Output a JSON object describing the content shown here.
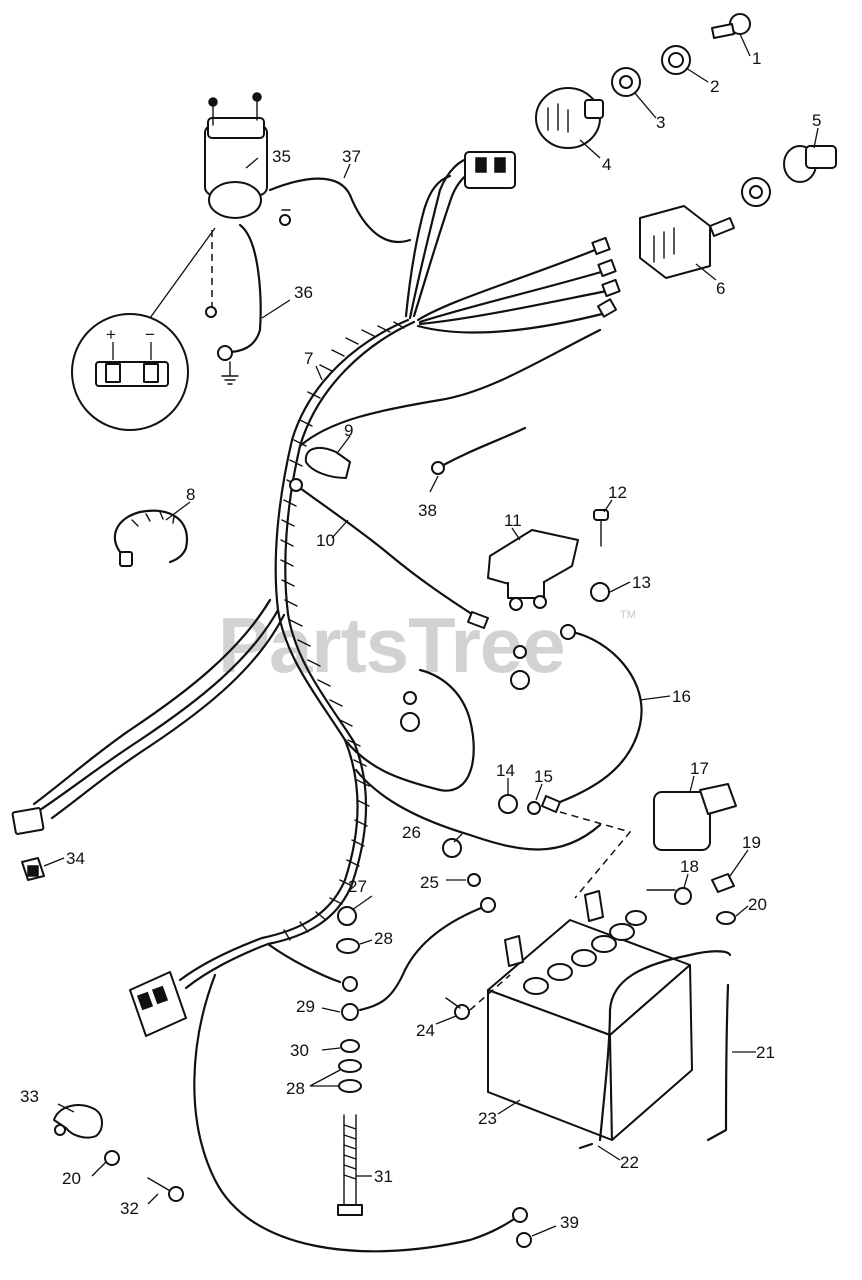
{
  "watermark": {
    "text": "PartsTree",
    "trademark": "TM"
  },
  "detail_inset": {
    "plus": "+",
    "minus": "−"
  },
  "parts": [
    {
      "id": "key",
      "label": "1"
    },
    {
      "id": "nut",
      "label": "2"
    },
    {
      "id": "lockwasher",
      "label": "3"
    },
    {
      "id": "ignition-switch",
      "label": "4"
    },
    {
      "id": "knob",
      "label": "5"
    },
    {
      "id": "toggle-switch",
      "label": "6"
    },
    {
      "id": "wire-harness",
      "label": "7"
    },
    {
      "id": "cable-tie",
      "label": "8"
    },
    {
      "id": "boot",
      "label": "9"
    },
    {
      "id": "cable",
      "label": "10"
    },
    {
      "id": "solenoid",
      "label": "11"
    },
    {
      "id": "screw",
      "label": "12"
    },
    {
      "id": "nut",
      "label": "13"
    },
    {
      "id": "nut",
      "label": "14"
    },
    {
      "id": "lockwasher",
      "label": "15"
    },
    {
      "id": "battery-cable",
      "label": "16"
    },
    {
      "id": "battery-cover",
      "label": "17"
    },
    {
      "id": "bolt",
      "label": "18"
    },
    {
      "id": "wing-nut",
      "label": "19"
    },
    {
      "id": "washer",
      "label": "20"
    },
    {
      "id": "hold-down-rod",
      "label": "21"
    },
    {
      "id": "battery-strap",
      "label": "22"
    },
    {
      "id": "battery",
      "label": "23"
    },
    {
      "id": "bolt",
      "label": "24"
    },
    {
      "id": "lockwasher",
      "label": "25"
    },
    {
      "id": "nut",
      "label": "26"
    },
    {
      "id": "nut",
      "label": "27"
    },
    {
      "id": "washer",
      "label": "28"
    },
    {
      "id": "ground-cable",
      "label": "29"
    },
    {
      "id": "lockwasher",
      "label": "30"
    },
    {
      "id": "bolt",
      "label": "31"
    },
    {
      "id": "screw",
      "label": "32"
    },
    {
      "id": "clamp",
      "label": "33"
    },
    {
      "id": "connector",
      "label": "34"
    },
    {
      "id": "ammeter",
      "label": "35"
    },
    {
      "id": "ground-wire",
      "label": "36"
    },
    {
      "id": "wire",
      "label": "37"
    },
    {
      "id": "wire",
      "label": "38"
    },
    {
      "id": "lockwasher",
      "label": "39"
    }
  ]
}
